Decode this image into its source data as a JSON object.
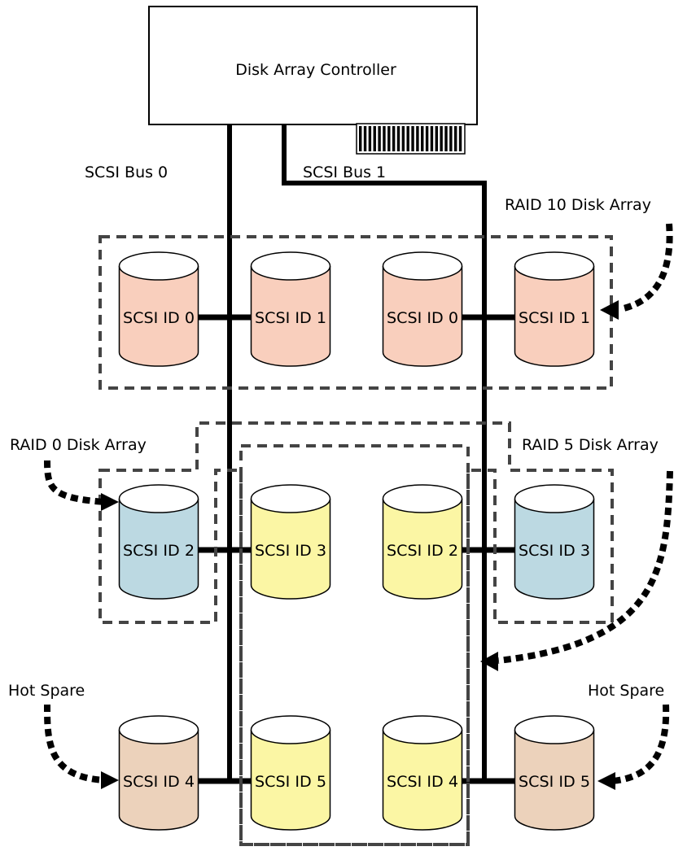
{
  "controller": {
    "label": "Disk Array Controller"
  },
  "buses": [
    {
      "label": "SCSI Bus 0"
    },
    {
      "label": "SCSI Bus 1"
    }
  ],
  "arrays": [
    {
      "label": "RAID 10 Disk Array"
    },
    {
      "label": "RAID 0 Disk Array"
    },
    {
      "label": "RAID 5 Disk Array"
    },
    {
      "label": "Hot Spare"
    },
    {
      "label": "Hot Spare"
    }
  ],
  "colors": {
    "raid10": "#f9cfbd",
    "raid0": "#bcd9e2",
    "raid5": "#fbf6a4",
    "hot_spare": "#ecd2bb"
  },
  "disks": [
    {
      "label": "SCSI ID 0",
      "group": "raid10"
    },
    {
      "label": "SCSI ID 1",
      "group": "raid10"
    },
    {
      "label": "SCSI ID 0",
      "group": "raid10"
    },
    {
      "label": "SCSI ID 1",
      "group": "raid10"
    },
    {
      "label": "SCSI ID 2",
      "group": "raid0"
    },
    {
      "label": "SCSI ID 3",
      "group": "raid5"
    },
    {
      "label": "SCSI ID 2",
      "group": "raid5"
    },
    {
      "label": "SCSI ID 3",
      "group": "raid0"
    },
    {
      "label": "SCSI ID 4",
      "group": "hot_spare"
    },
    {
      "label": "SCSI ID 5",
      "group": "raid5"
    },
    {
      "label": "SCSI ID 4",
      "group": "raid5"
    },
    {
      "label": "SCSI ID 5",
      "group": "hot_spare"
    }
  ]
}
